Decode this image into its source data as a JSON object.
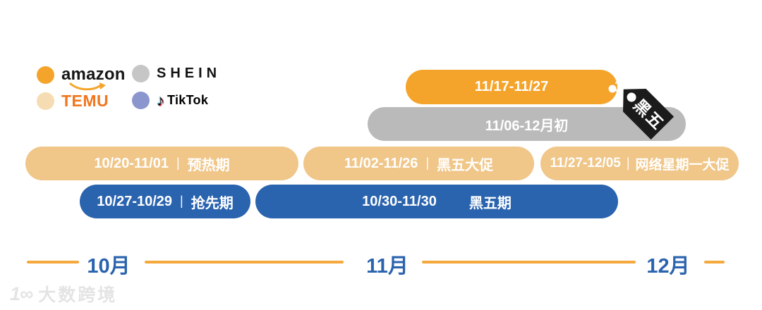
{
  "legend": {
    "items": [
      {
        "id": "amazon",
        "label": "amazon",
        "dot_color": "#F5A42B"
      },
      {
        "id": "shein",
        "label": "SHEIN",
        "dot_color": "#C6C6C6"
      },
      {
        "id": "temu",
        "label": "TEMU",
        "dot_color": "#F6DCB2"
      },
      {
        "id": "tiktok",
        "label": "TikTok",
        "dot_color": "#8B96CF"
      }
    ]
  },
  "bars": {
    "amazon": {
      "date": "11/17-11/27"
    },
    "shein": {
      "date": "11/06-12月初"
    },
    "temu": [
      {
        "date": "10/20-11/01",
        "sep": "|",
        "label": "预热期"
      },
      {
        "date": "11/02-11/26",
        "sep": "|",
        "label": "黑五大促"
      },
      {
        "date": "11/27-12/05",
        "sep": "|",
        "label": "网络星期一大促"
      }
    ],
    "tiktok": [
      {
        "date": "10/27-10/29",
        "sep": "|",
        "label": "抢先期"
      },
      {
        "date": "10/30-11/30",
        "label": "黑五期"
      }
    ]
  },
  "tag": {
    "label": "黑五"
  },
  "axis": {
    "months": [
      "10月",
      "11月",
      "12月"
    ]
  },
  "watermark": {
    "logo": "1∞",
    "label": "大数跨境"
  },
  "colors": {
    "amazon_orange": "#F5A42B",
    "shein_gray": "#BABABA",
    "temu_cream": "#F0C689",
    "temu_brand_orange": "#F0761F",
    "tiktok_blue_bar": "#2A63AE",
    "tiktok_legend_dot": "#8B96CF",
    "axis_line_orange": "#F5A93C",
    "month_label_blue": "#2A63AE",
    "tag_black": "#1B1B1B",
    "bar_text_white": "#FFFFFF",
    "watermark_gray": "#E4E4E4"
  },
  "chart_data": {
    "type": "bar",
    "variant": "gantt-timeline",
    "title": "",
    "x_axis": {
      "type": "time",
      "tick_labels": [
        "10月",
        "11月",
        "12月"
      ]
    },
    "grid": false,
    "legend_position": "top-left",
    "series": [
      {
        "name": "amazon",
        "color": "#F5A42B",
        "bars": [
          {
            "start": "11/17",
            "end": "11/27",
            "label": "黑五",
            "display": "11/17-11/27"
          }
        ]
      },
      {
        "name": "SHEIN",
        "color": "#BABABA",
        "bars": [
          {
            "start": "11/06",
            "end": "12月初",
            "label": "",
            "display": "11/06-12月初"
          }
        ]
      },
      {
        "name": "TEMU",
        "color": "#F0C689",
        "bars": [
          {
            "start": "10/20",
            "end": "11/01",
            "label": "预热期"
          },
          {
            "start": "11/02",
            "end": "11/26",
            "label": "黑五大促"
          },
          {
            "start": "11/27",
            "end": "12/05",
            "label": "网络星期一大促"
          }
        ]
      },
      {
        "name": "TikTok",
        "color": "#2A63AE",
        "bars": [
          {
            "start": "10/27",
            "end": "10/29",
            "label": "抢先期"
          },
          {
            "start": "10/30",
            "end": "11/30",
            "label": "黑五期"
          }
        ]
      }
    ]
  }
}
